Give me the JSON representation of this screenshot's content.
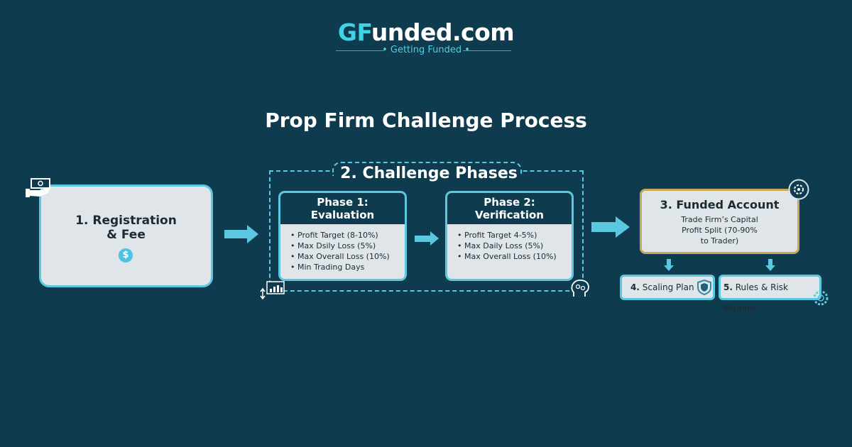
{
  "logo": {
    "brand_accent": "GF",
    "brand_rest": "unded.com",
    "tagline": "Getting Funded"
  },
  "title": "Prop Firm Challenge Process",
  "step1": {
    "line1": "1. Registration",
    "line2": "& Fee",
    "symbol": "$"
  },
  "step2": {
    "title": "2. Challenge Phases",
    "phases": [
      {
        "title1": "Phase 1:",
        "title2": "Evaluation",
        "items": [
          "Profit Target (8-10%)",
          "Max Dsily Loss (5%)",
          "Max Overall Loss (10%)",
          "Min Trading Days"
        ]
      },
      {
        "title1": "Phase 2:",
        "title2": "Verification",
        "items": [
          "Profit Target 4-5%)",
          "Max Daily Loss (5%)",
          "Max Overall Loss (10%)"
        ]
      }
    ]
  },
  "step3": {
    "title": "3. Funded Account",
    "line1": "Trade Firm’s Capital",
    "line2": "Profit Split (70-90%",
    "line3": "to Trader)"
  },
  "step4": {
    "num": "4.",
    "label": "Scaling Plan"
  },
  "step5": {
    "num": "5.",
    "label": "Rules & Risk Mgmmt"
  },
  "colors": {
    "background": "#0e3b4e",
    "accent": "#5bc8e0",
    "gold": "#c9a85a",
    "box": "#dfe5e8"
  }
}
